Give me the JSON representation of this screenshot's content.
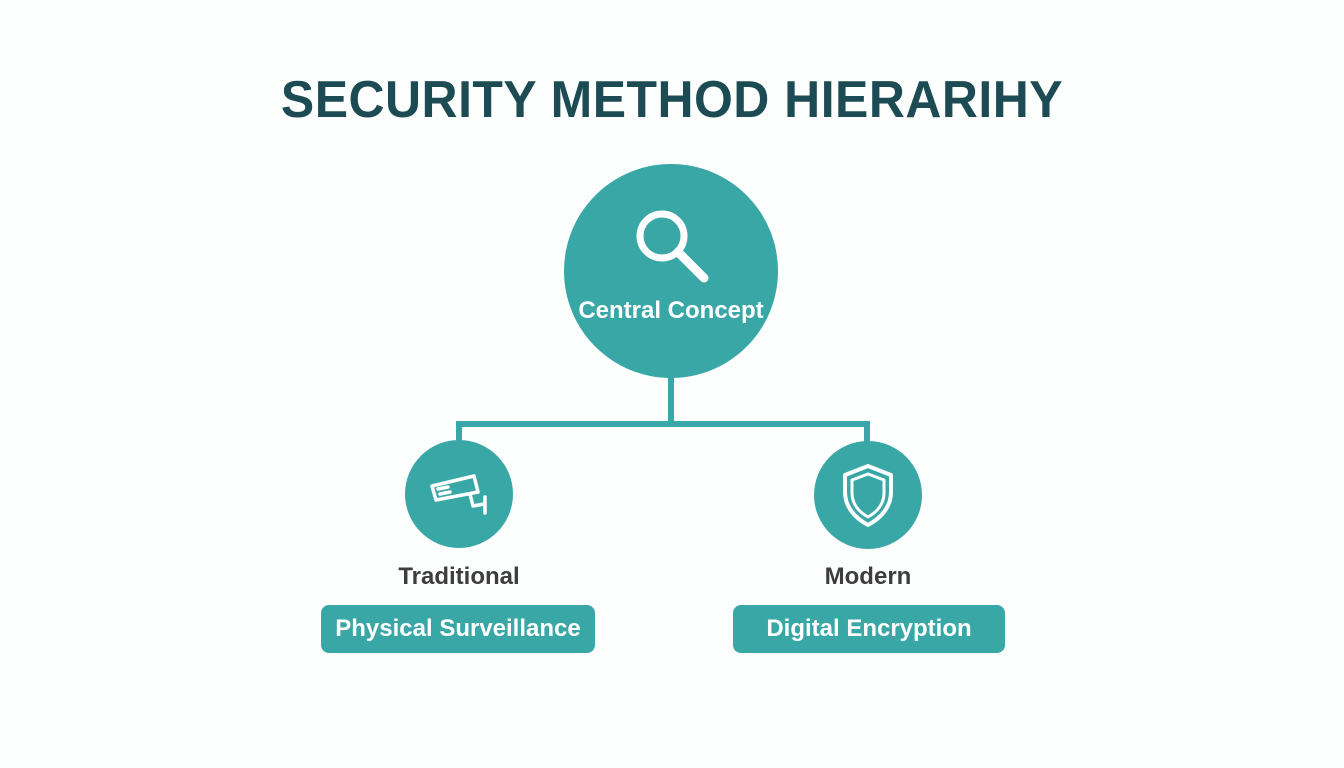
{
  "title": "SECURITY METHOD HIERARIHY",
  "root": {
    "label": "Central Concept",
    "icon": "magnifying-glass-icon"
  },
  "branches": [
    {
      "category": "Traditional",
      "method": "Physical Surveillance",
      "icon": "security-camera-icon"
    },
    {
      "category": "Modern",
      "method": "Digital Encryption",
      "icon": "shield-icon"
    }
  ],
  "colors": {
    "title": "#1c4b54",
    "accent": "#3aa7a7",
    "connector": "#3aa7a7",
    "category_text": "#3d3d3d",
    "node_text": "#ffffff",
    "background": "#fdfefe"
  }
}
